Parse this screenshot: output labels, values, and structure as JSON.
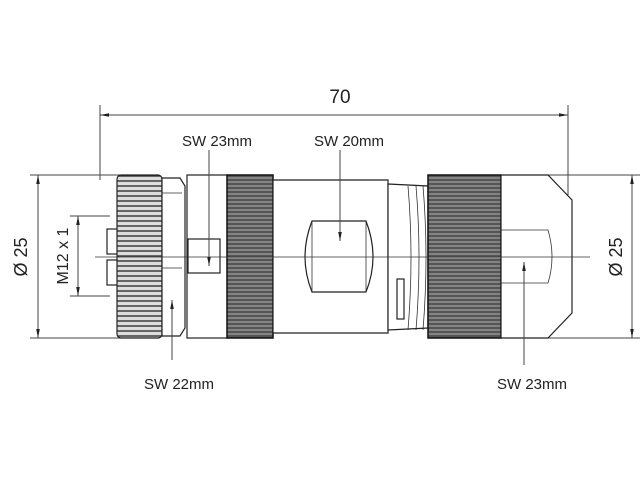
{
  "drawing": {
    "overall_length": "70",
    "left_diameter": "Ø 25",
    "right_diameter": "Ø 25",
    "thread": "M12 x 1",
    "labels": {
      "sw_top_left": "SW 23mm",
      "sw_top_mid": "SW 20mm",
      "sw_bottom_left": "SW 22mm",
      "sw_bottom_right": "SW 23mm"
    }
  }
}
